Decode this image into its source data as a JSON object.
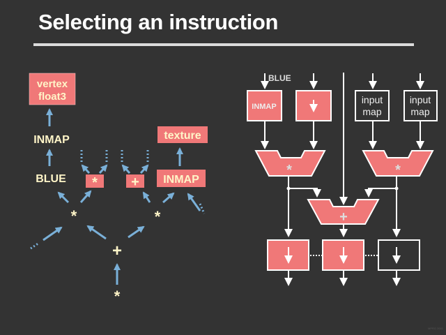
{
  "slide": {
    "title": "Selecting an instruction",
    "watermark": "MPRG 2001"
  },
  "colors": {
    "background": "#333333",
    "node_fill": "#f07878",
    "node_text": "#fff5c8",
    "arrow_blue": "#7ab0d8",
    "hw_line": "#ffffff",
    "hw_label": "#dddddd"
  },
  "left_tree": {
    "nodes": {
      "vertex": [
        "vertex",
        "float3"
      ],
      "inmap_top": "INMAP",
      "blue": "BLUE",
      "mul_box": "*",
      "add_box": "+",
      "texture": "texture",
      "inmap_right": "INMAP",
      "mul_left": "*",
      "mul_right": "*",
      "add_center": "+",
      "mul_bottom": "*"
    }
  },
  "right_hardware": {
    "blue_label": "BLUE",
    "inmap_box": "INMAP",
    "input_map_1": [
      "input",
      "map"
    ],
    "input_map_2": [
      "input",
      "map"
    ],
    "mul_unit_left": "*",
    "mul_unit_right": "*",
    "add_unit": "+"
  }
}
